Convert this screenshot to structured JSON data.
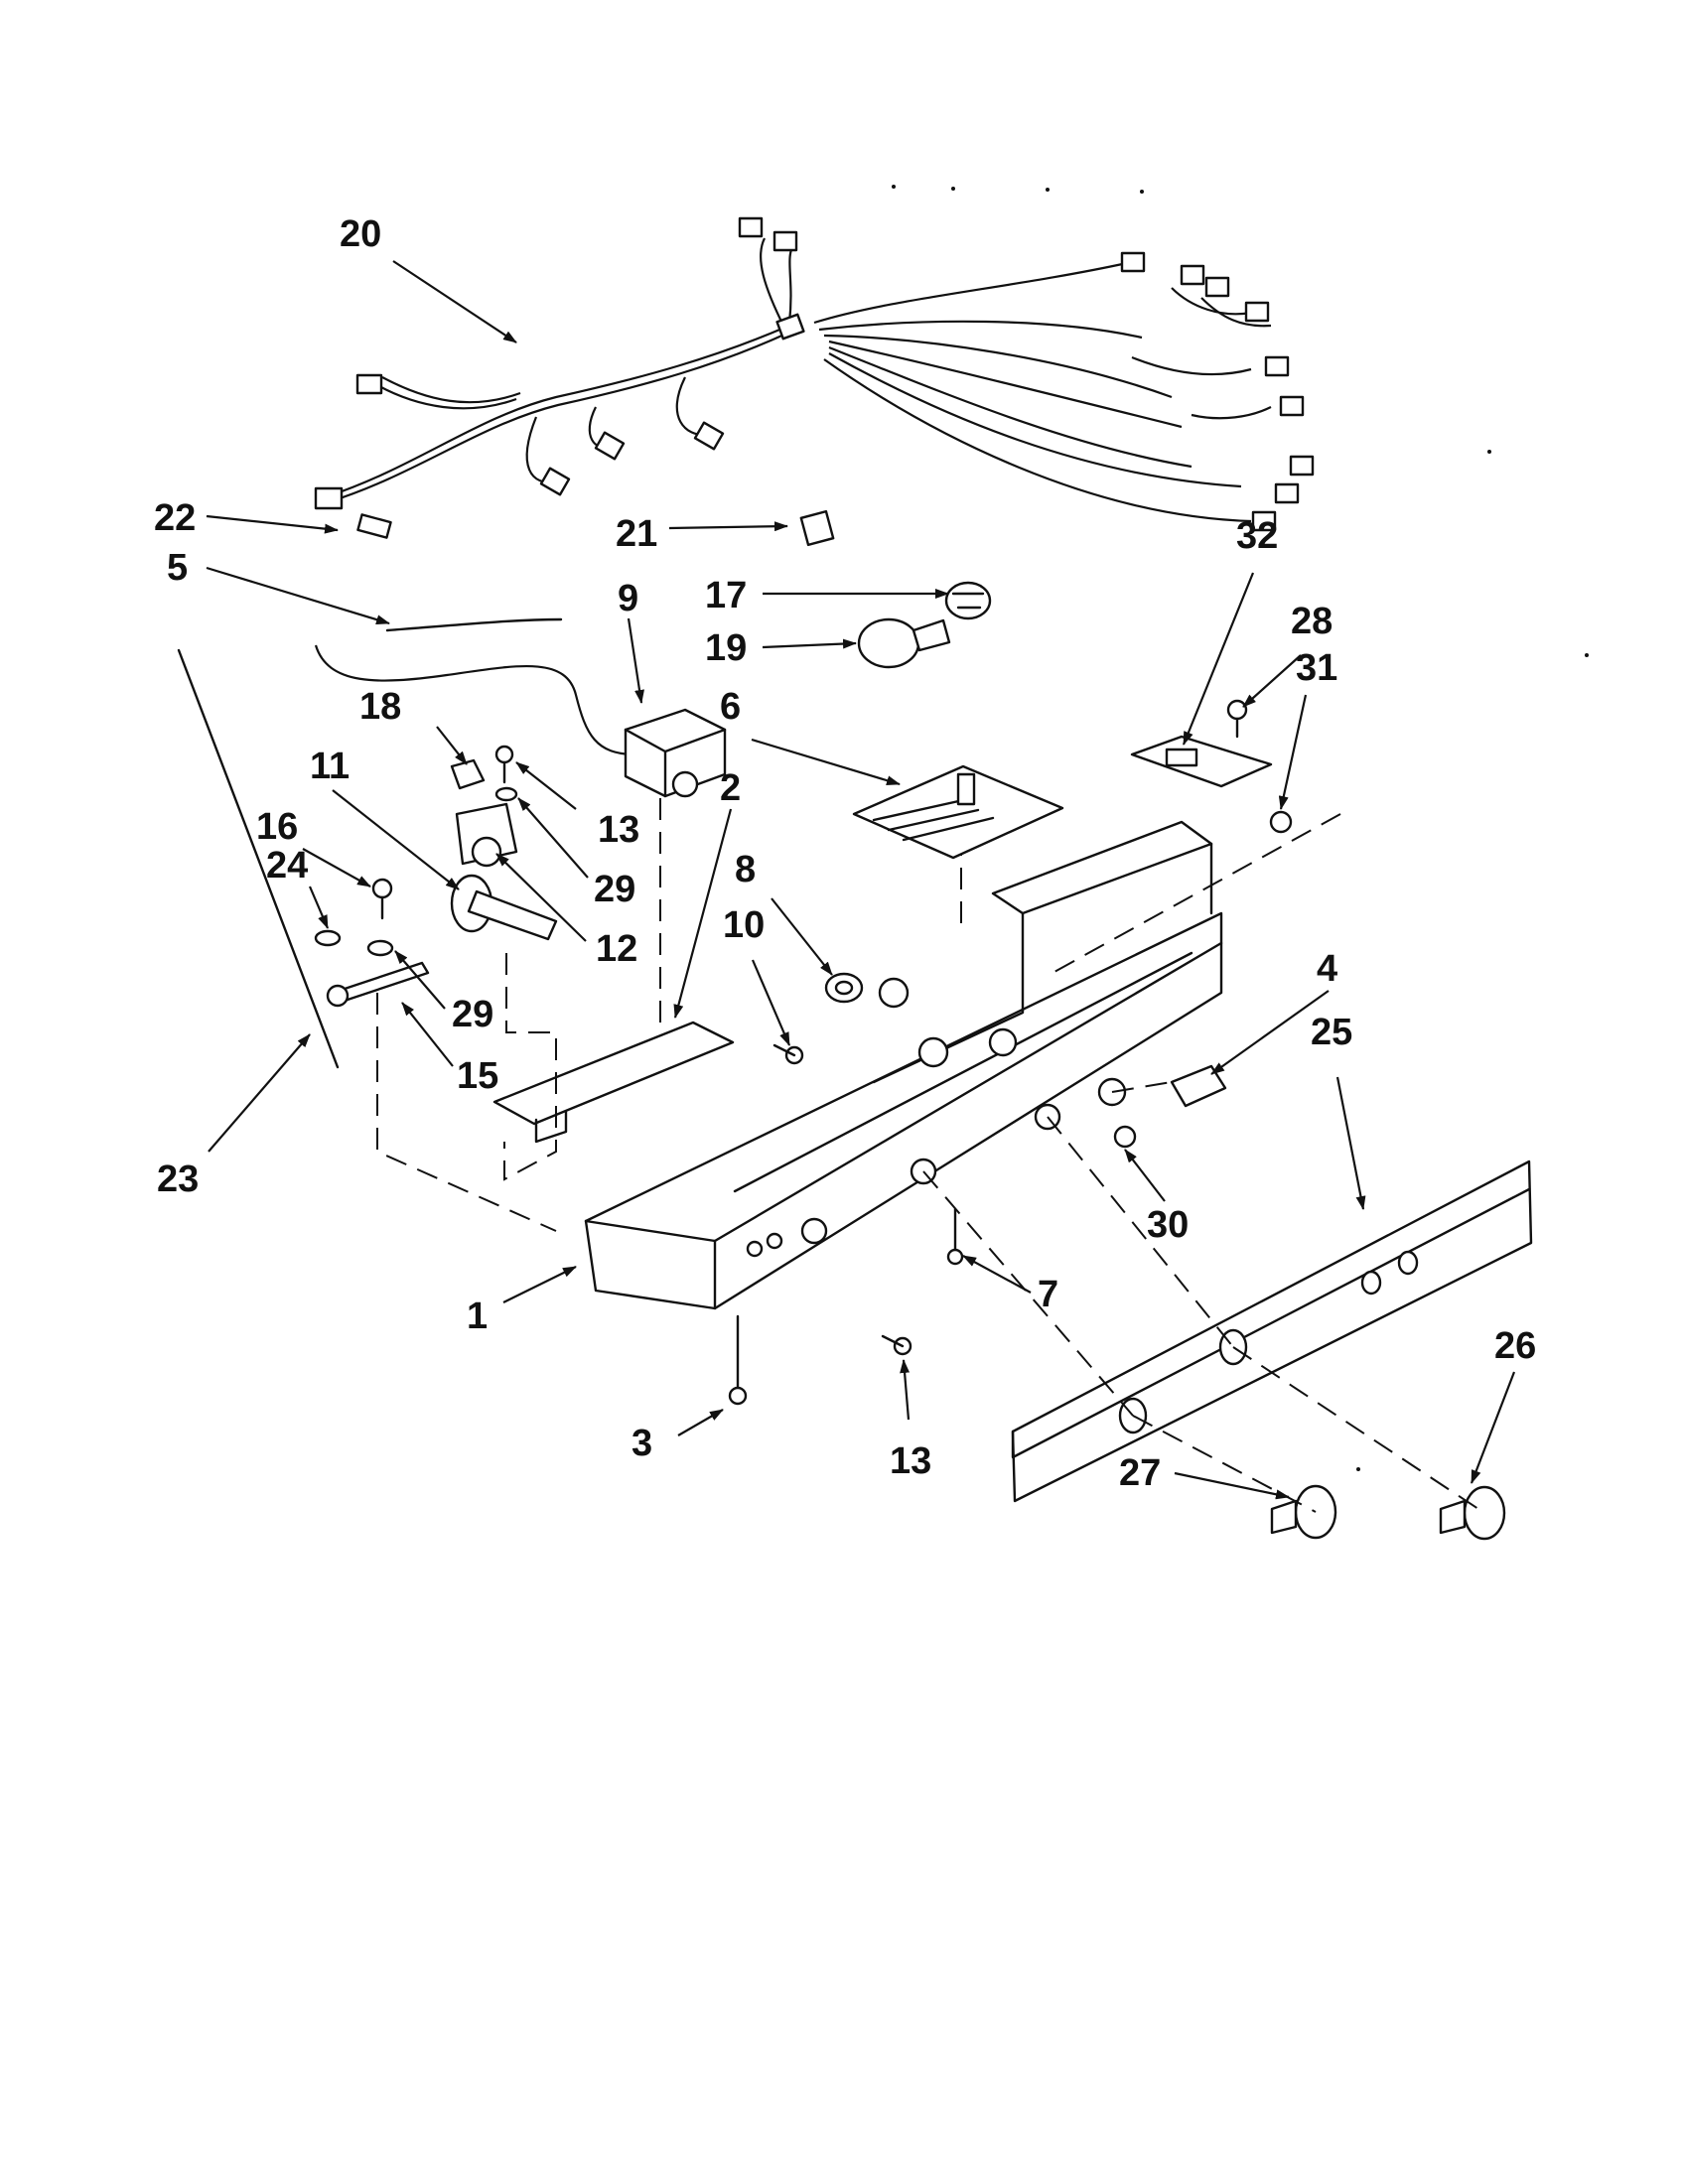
{
  "callouts": [
    {
      "id": "20",
      "text": "20"
    },
    {
      "id": "22",
      "text": "22"
    },
    {
      "id": "21",
      "text": "21"
    },
    {
      "id": "5",
      "text": "5"
    },
    {
      "id": "9",
      "text": "9"
    },
    {
      "id": "17",
      "text": "17"
    },
    {
      "id": "19",
      "text": "19"
    },
    {
      "id": "32",
      "text": "32"
    },
    {
      "id": "28",
      "text": "28"
    },
    {
      "id": "31",
      "text": "31"
    },
    {
      "id": "18",
      "text": "18"
    },
    {
      "id": "6",
      "text": "6"
    },
    {
      "id": "11",
      "text": "11"
    },
    {
      "id": "13a",
      "text": "13"
    },
    {
      "id": "2",
      "text": "2"
    },
    {
      "id": "16",
      "text": "16"
    },
    {
      "id": "29a",
      "text": "29"
    },
    {
      "id": "8",
      "text": "8"
    },
    {
      "id": "24",
      "text": "24"
    },
    {
      "id": "12",
      "text": "12"
    },
    {
      "id": "10",
      "text": "10"
    },
    {
      "id": "4",
      "text": "4"
    },
    {
      "id": "29b",
      "text": "29"
    },
    {
      "id": "25",
      "text": "25"
    },
    {
      "id": "15",
      "text": "15"
    },
    {
      "id": "23",
      "text": "23"
    },
    {
      "id": "30",
      "text": "30"
    },
    {
      "id": "7",
      "text": "7"
    },
    {
      "id": "1",
      "text": "1"
    },
    {
      "id": "26",
      "text": "26"
    },
    {
      "id": "3",
      "text": "3"
    },
    {
      "id": "13b",
      "text": "13"
    },
    {
      "id": "27",
      "text": "27"
    }
  ]
}
